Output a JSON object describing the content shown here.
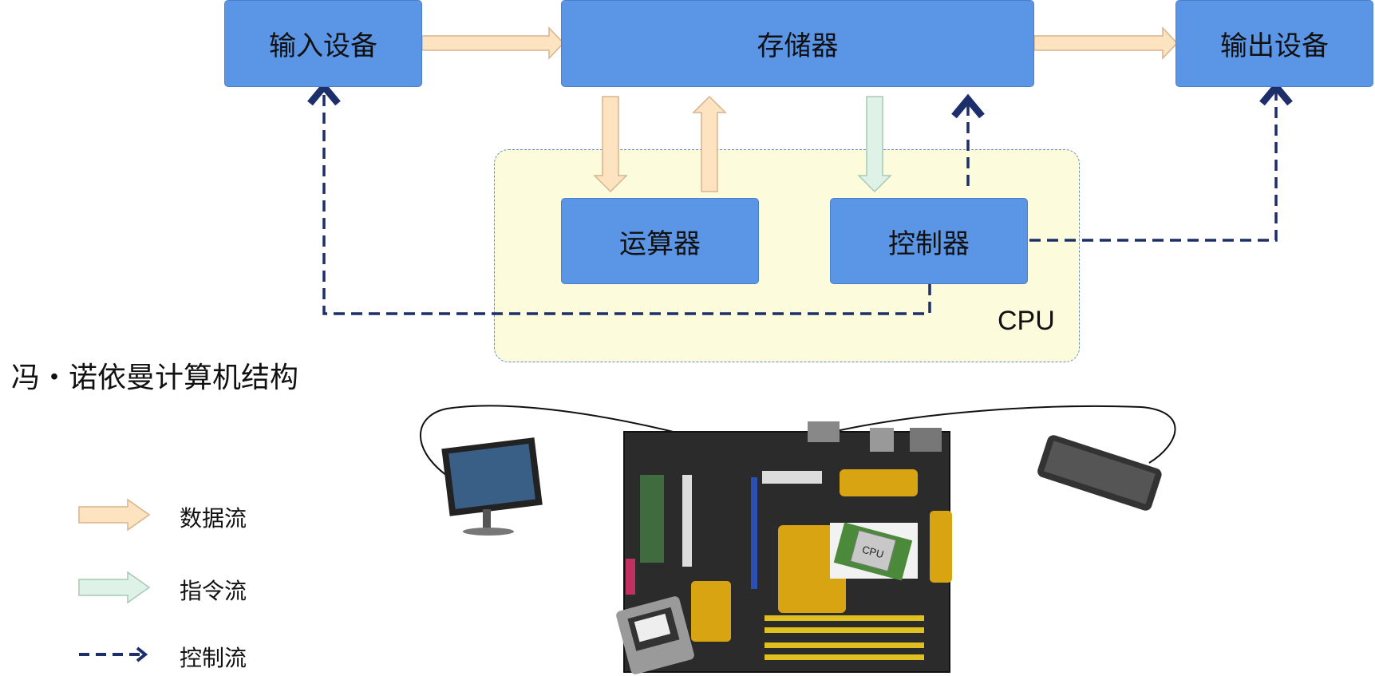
{
  "boxes": {
    "input": "输入设备",
    "memory": "存储器",
    "output": "输出设备",
    "alu": "运算器",
    "controller": "控制器"
  },
  "cpu_label": "CPU",
  "caption": "冯・诺依曼计算机结构",
  "legend": {
    "data_flow": "数据流",
    "instruction_flow": "指令流",
    "control_flow": "控制流"
  },
  "hardware_photos": [
    "monitor",
    "motherboard",
    "cpu-chip",
    "hard-disk",
    "keyboard"
  ],
  "colors": {
    "box_fill": "#5b95e5",
    "data_arrow": "#fde3c0",
    "instruction_arrow": "#dff2e8",
    "control_line": "#1d2f6b",
    "cpu_region": "#fcfbdc"
  }
}
